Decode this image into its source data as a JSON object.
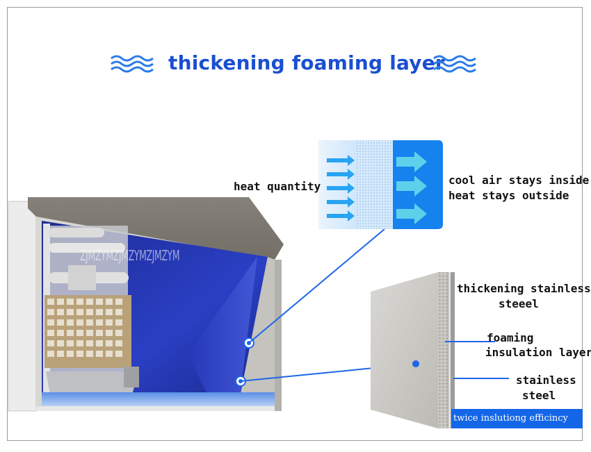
{
  "title": "thickening foaming layer",
  "labels": {
    "heat_quantity": "heat quantity",
    "cool_air_line1": "cool air stays inside",
    "cool_air_line2": "heat stays outside",
    "thick_steel_line1": "thickening stainless",
    "thick_steel_line2": "steeel",
    "foaming_line1": "foaming",
    "foaming_line2": "insulation layer",
    "stainless_line1": "stainless",
    "stainless_line2": "steel"
  },
  "watermark": "ZJMZYMZJMZYMZJMZYM",
  "banner": "twice inslutiong efficincy",
  "colors": {
    "title_blue": "#1a4fd0",
    "accent_blue": "#1366e8",
    "panel_gray": "#c9c9c4",
    "interior_blue": "#1e2fa8"
  },
  "icons": [
    "wave-icon",
    "arrow-right-icon"
  ]
}
